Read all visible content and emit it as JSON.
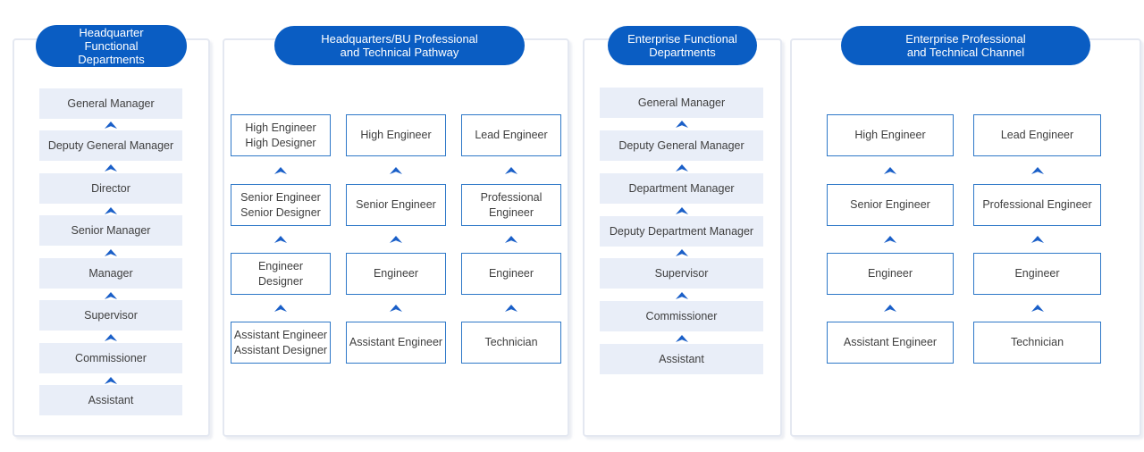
{
  "colors": {
    "pill_background": "#0a5dc3",
    "pill_text": "#ffffff",
    "filled_box_fill": "#e9eef8",
    "outlined_box_border": "#2e78c8",
    "box_text": "#3f3f3f",
    "arrow": "#1a5fc8",
    "panel_border": "#e4e8f1",
    "page_background": "#ffffff"
  },
  "icons": {
    "arrow_up": "arrow-up-icon"
  },
  "panels": [
    {
      "header": "Headquarter\nFunctional\nDepartments",
      "boxes": [
        "General Manager",
        "Deputy General Manager",
        "Director",
        "Senior Manager",
        "Manager",
        "Supervisor",
        "Commissioner",
        "Assistant"
      ]
    },
    {
      "header": "Headquarters/BU  Professional\nand Technical Pathway",
      "tracks": [
        [
          "High Engineer\nHigh Designer",
          "Senior Engineer\nSenior Designer",
          "Engineer\nDesigner",
          "Assistant Engineer\nAssistant Designer"
        ],
        [
          "High Engineer",
          "Senior Engineer",
          "Engineer",
          "Assistant Engineer"
        ],
        [
          "Lead Engineer",
          "Professional\nEngineer",
          "Engineer",
          "Technician"
        ]
      ]
    },
    {
      "header": "Enterprise Functional\nDepartments",
      "boxes": [
        "General Manager",
        "Deputy General Manager",
        "Department Manager",
        "Deputy Department Manager",
        "Supervisor",
        "Commissioner",
        "Assistant"
      ]
    },
    {
      "header": "Enterprise Professional\nand Technical Channel",
      "tracks": [
        [
          "High Engineer",
          "Senior Engineer",
          "Engineer",
          "Assistant Engineer"
        ],
        [
          "Lead Engineer",
          "Professional Engineer",
          "Engineer",
          "Technician"
        ]
      ]
    }
  ]
}
